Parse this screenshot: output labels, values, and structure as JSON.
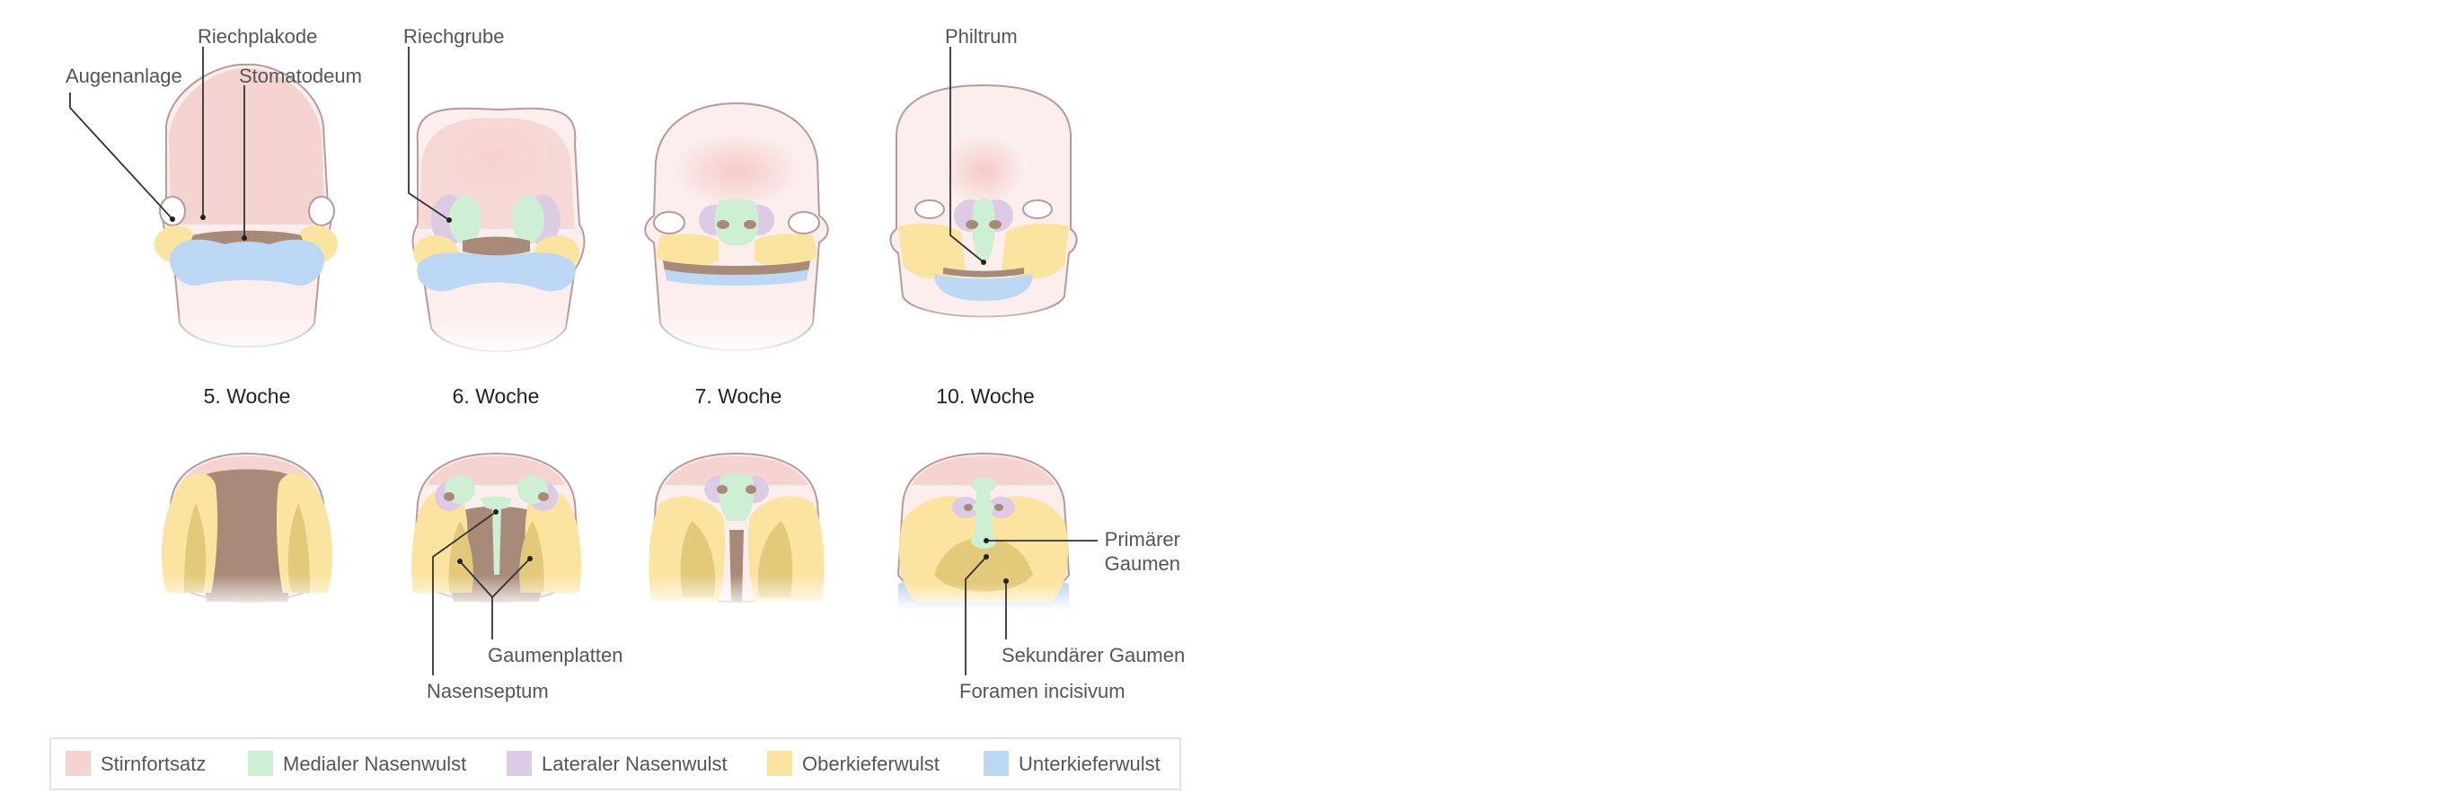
{
  "labels": {
    "augenanlage": "Augenanlage",
    "riechplakode": "Riechplakode",
    "stomatodeum": "Stomatodeum",
    "riechgrube": "Riechgrube",
    "philtrum": "Philtrum",
    "primaerer_gaumen_1": "Primärer",
    "primaerer_gaumen_2": "Gaumen",
    "gaumenplatten": "Gaumenplatten",
    "sekundaerer_gaumen": "Sekundärer Gaumen",
    "nasenseptum": "Nasenseptum",
    "foramen_incisivum": "Foramen incisivum"
  },
  "weeks": [
    "5. Woche",
    "6. Woche",
    "7. Woche",
    "10. Woche"
  ],
  "legend": [
    {
      "label": "Stirnfortsatz",
      "color": "#f5d3d1"
    },
    {
      "label": "Medialer Nasenwulst",
      "color": "#cdefd4"
    },
    {
      "label": "Lateraler Nasenwulst",
      "color": "#ddcbe6"
    },
    {
      "label": "Oberkieferwulst",
      "color": "#fbe4a0"
    },
    {
      "label": "Unterkieferwulst",
      "color": "#bcd8f5"
    }
  ],
  "colors": {
    "skin": "#fbeeec",
    "stirn": "#f5d3d1",
    "medial": "#cdefd4",
    "lateral": "#ddcbe6",
    "ober": "#fbe4a0",
    "unter": "#bcd8f5",
    "cavity": "#a88a78",
    "palate": "#e3c97a"
  }
}
